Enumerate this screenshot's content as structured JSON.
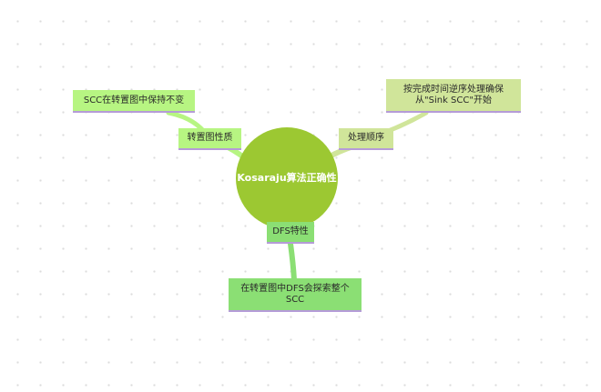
{
  "mindmap": {
    "root": {
      "label": "Kosaraju算法正确性",
      "color": "#9cc832"
    },
    "branches": [
      {
        "id": "transpose",
        "label": "转置图性质",
        "color": "#b7f582",
        "child": {
          "label": "SCC在转置图中保持不变"
        }
      },
      {
        "id": "order",
        "label": "处理顺序",
        "color": "#d0e59a",
        "child": {
          "label": "按完成时间逆序处理确保从\"Sink SCC\"开始"
        }
      },
      {
        "id": "dfs",
        "label": "DFS特性",
        "color": "#8bdf74",
        "child": {
          "label": "在转置图中DFS会探索整个SCC"
        }
      }
    ]
  }
}
